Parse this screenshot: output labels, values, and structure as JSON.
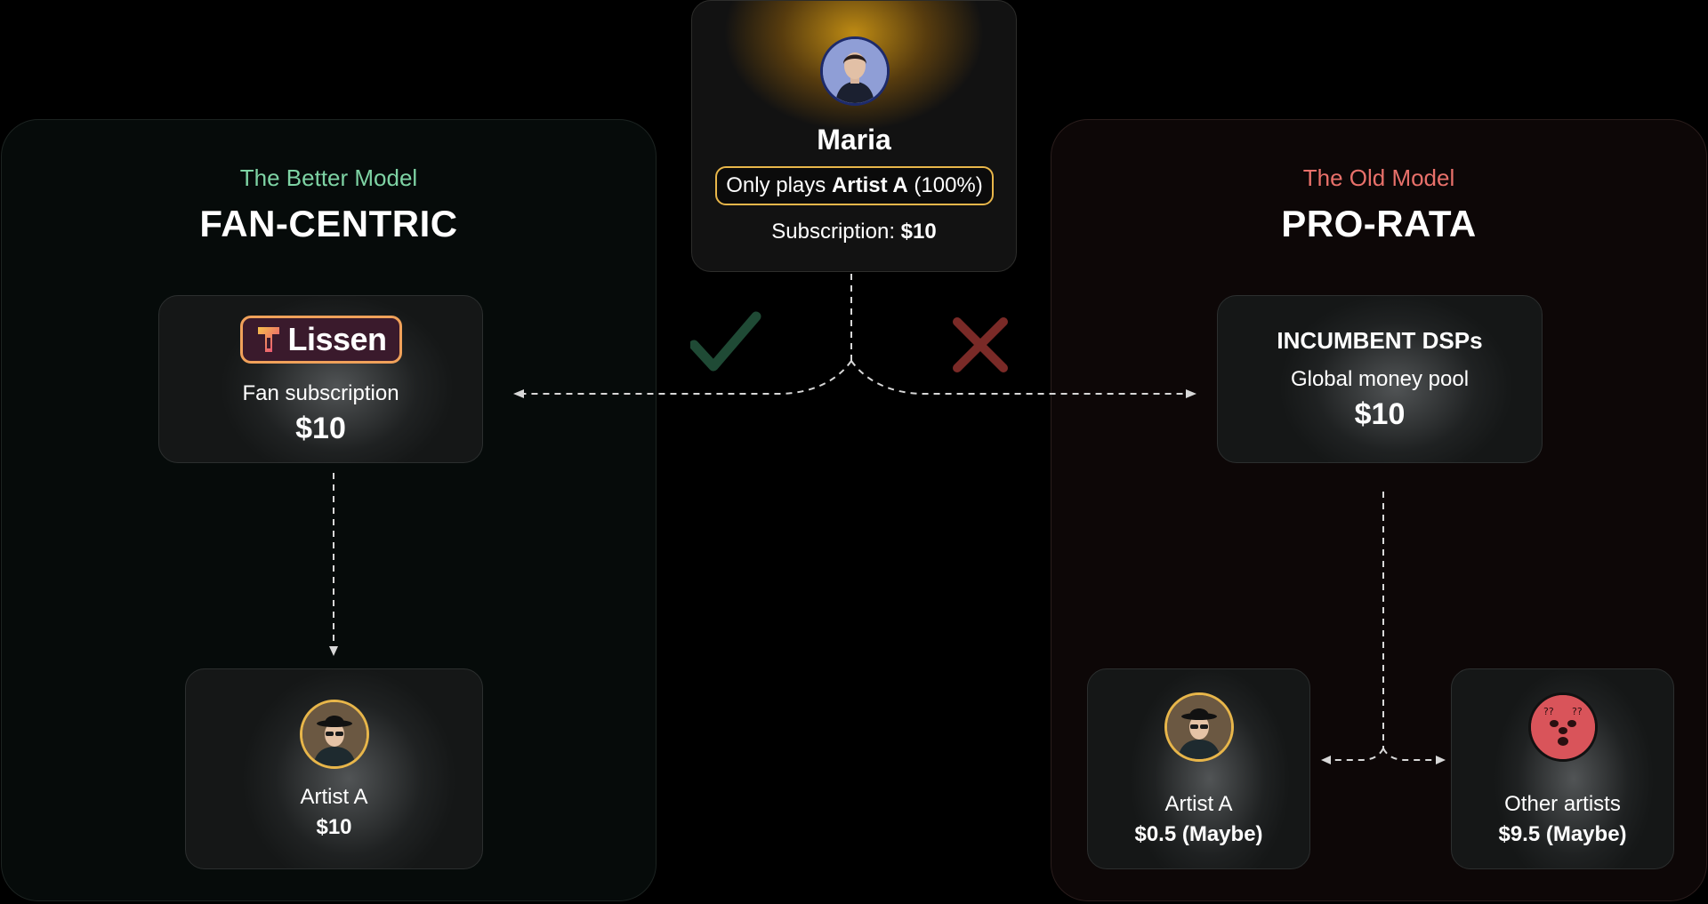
{
  "top": {
    "name": "Maria",
    "plays_prefix": "Only plays ",
    "plays_bold": "Artist A",
    "plays_suffix": " (100%)",
    "subscription_prefix": "Subscription: ",
    "subscription_value": "$10"
  },
  "left": {
    "subtitle": "The Better Model",
    "title": "FAN-CENTRIC",
    "service_card": {
      "logo_text": "Lissen",
      "label": "Fan subscription",
      "value": "$10"
    },
    "artist_card": {
      "name": "Artist A",
      "value": "$10"
    }
  },
  "right": {
    "subtitle": "The Old Model",
    "title": "PRO-RATA",
    "service_card": {
      "title": "INCUMBENT DSPs",
      "label": "Global money pool",
      "value": "$10"
    },
    "artist_card": {
      "name": "Artist A",
      "value": "$0.5 (Maybe)"
    },
    "others_card": {
      "name": "Other artists",
      "value": "$9.5 (Maybe)"
    }
  },
  "marks": {
    "check": "✓",
    "cross": "✕"
  },
  "colors": {
    "better_accent": "#7ed3a4",
    "old_accent": "#e8706a",
    "highlight": "#e8b64a",
    "check": "#1f4a35",
    "cross": "#7a2a27",
    "confused_face": "#d9545a"
  }
}
